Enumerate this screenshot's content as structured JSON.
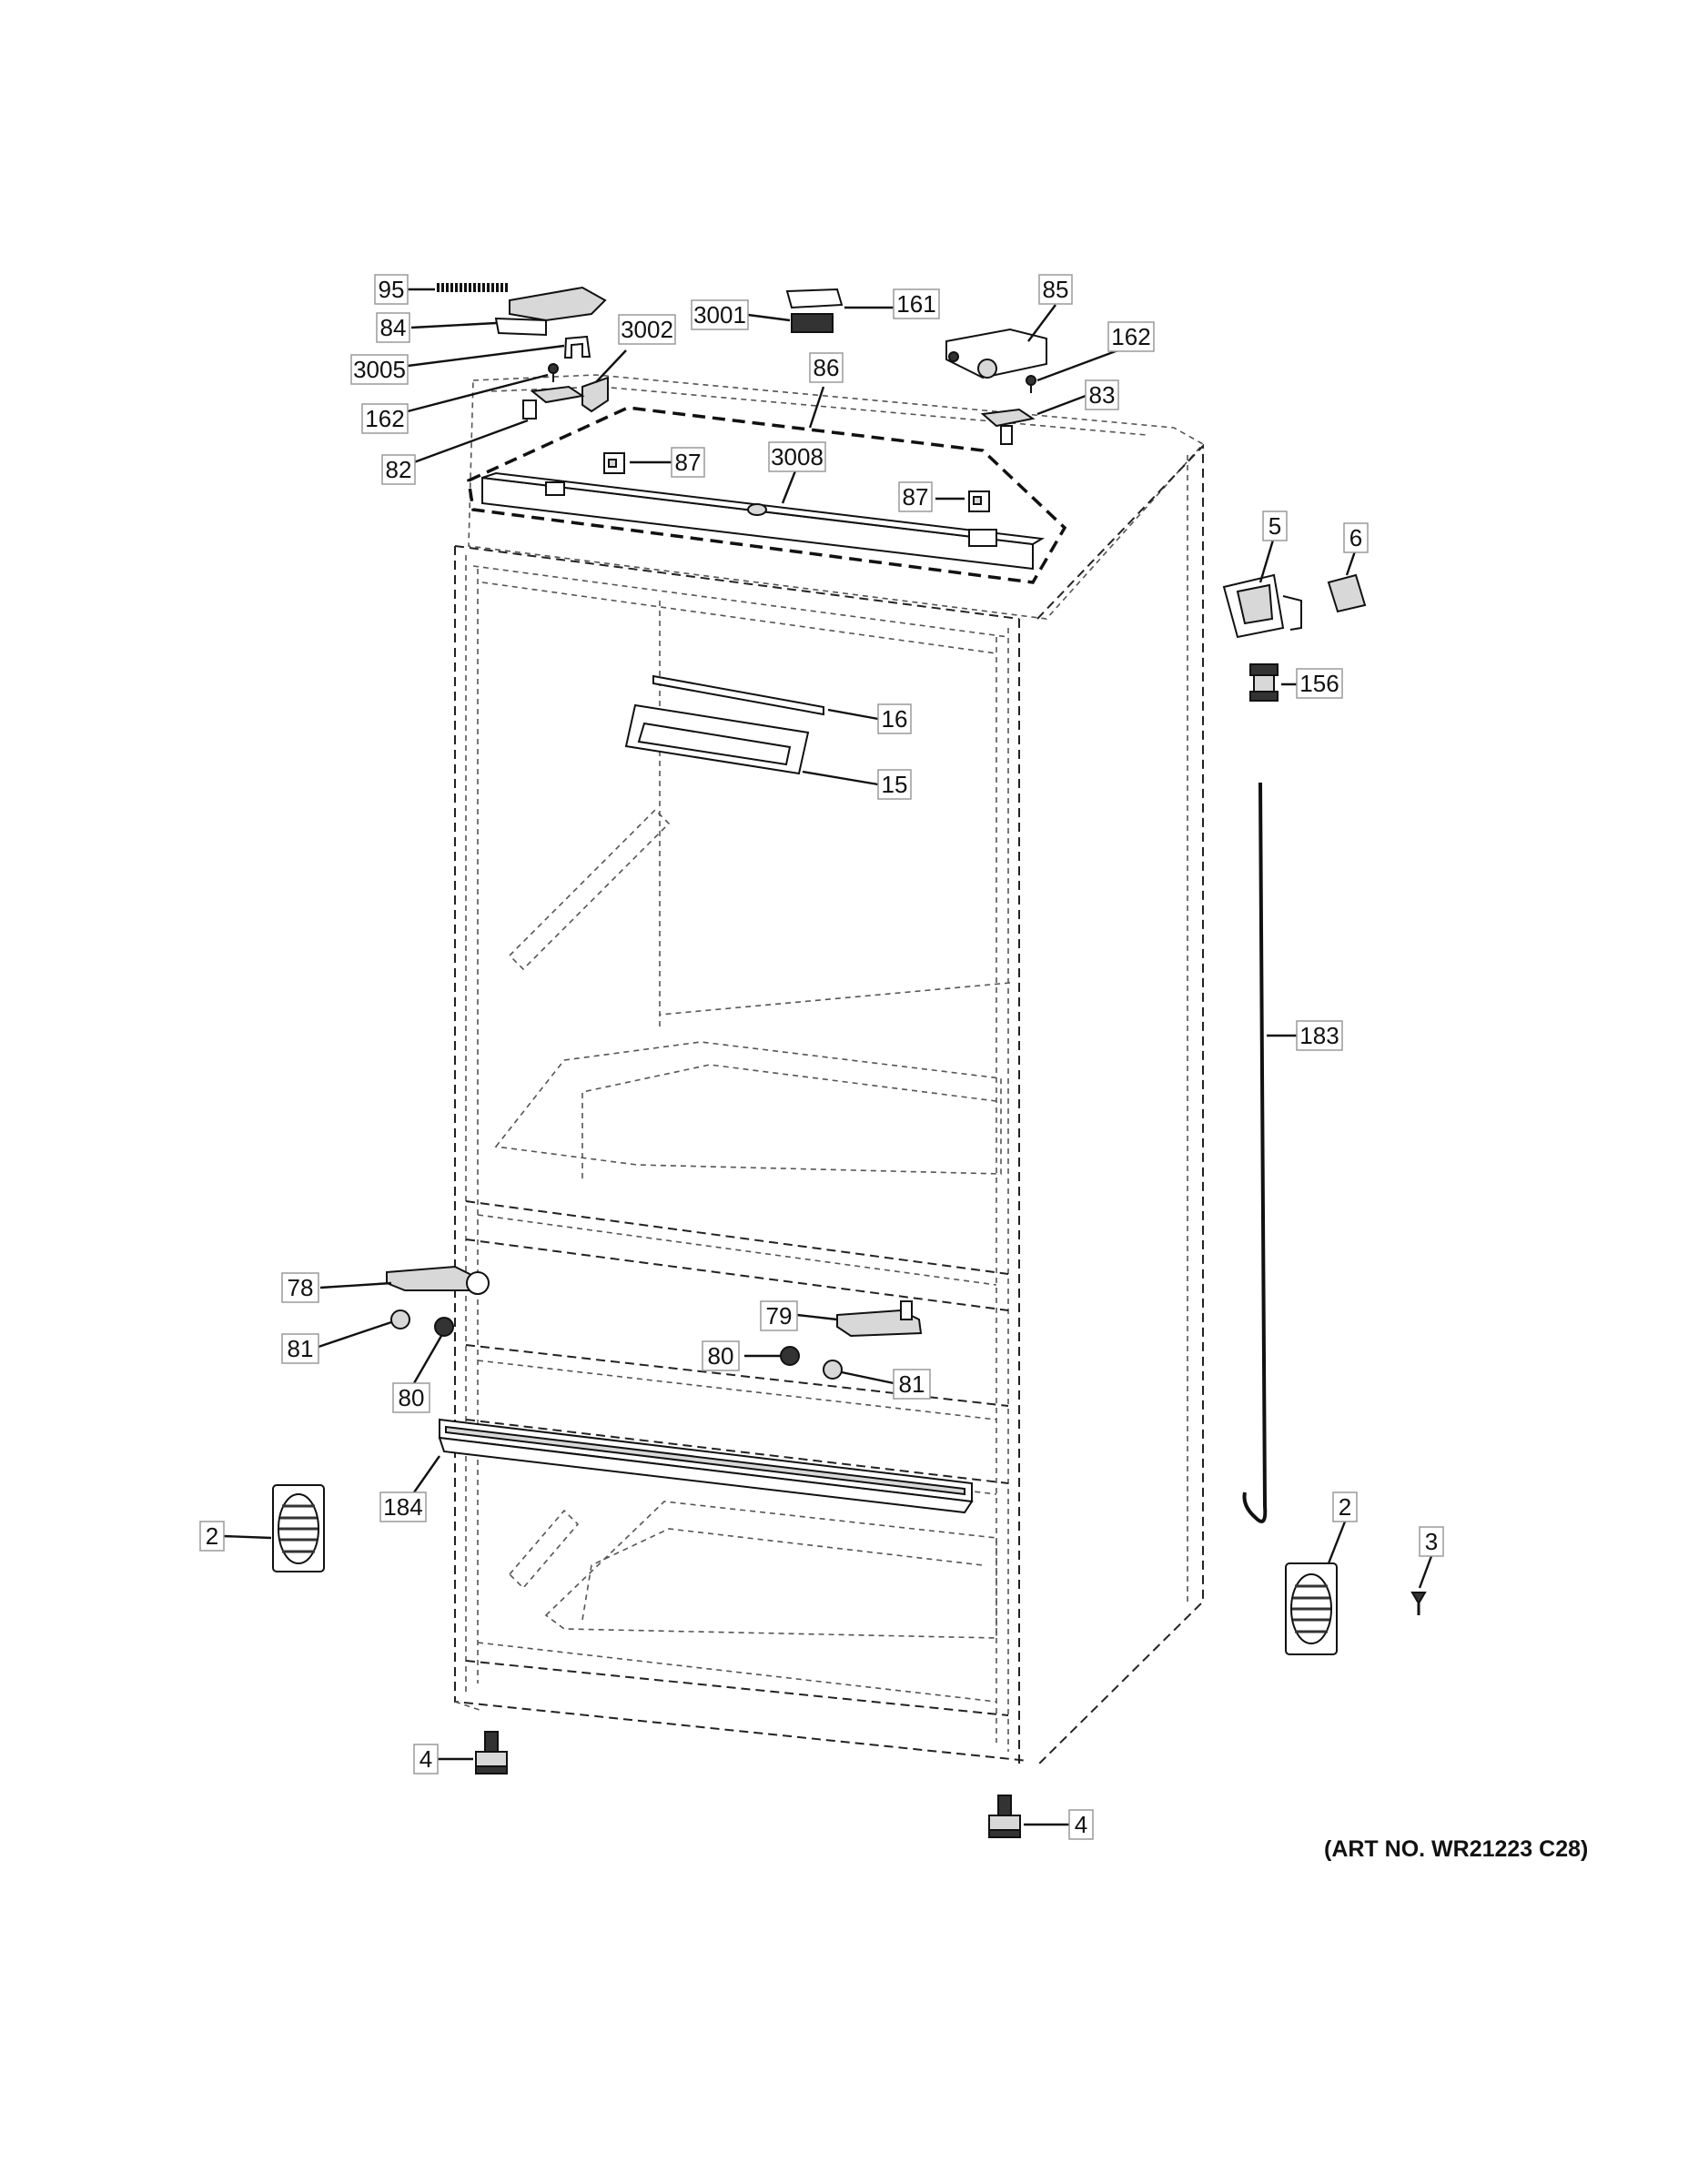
{
  "labels": {
    "p95": "95",
    "p84": "84",
    "p3005": "3005",
    "p3002": "3002",
    "p162a": "162",
    "p82": "82",
    "p3001": "3001",
    "p161": "161",
    "p86": "86",
    "p85": "85",
    "p162b": "162",
    "p83": "83",
    "p87a": "87",
    "p3008": "3008",
    "p87b": "87",
    "p5": "5",
    "p6": "6",
    "p156": "156",
    "p16": "16",
    "p15": "15",
    "p183": "183",
    "p78": "78",
    "p81a": "81",
    "p80a": "80",
    "p79": "79",
    "p80b": "80",
    "p81b": "81",
    "p184": "184",
    "p2a": "2",
    "p2b": "2",
    "p3": "3",
    "p4a": "4",
    "p4b": "4"
  },
  "art_number": "(ART NO. WR21223 C28)"
}
